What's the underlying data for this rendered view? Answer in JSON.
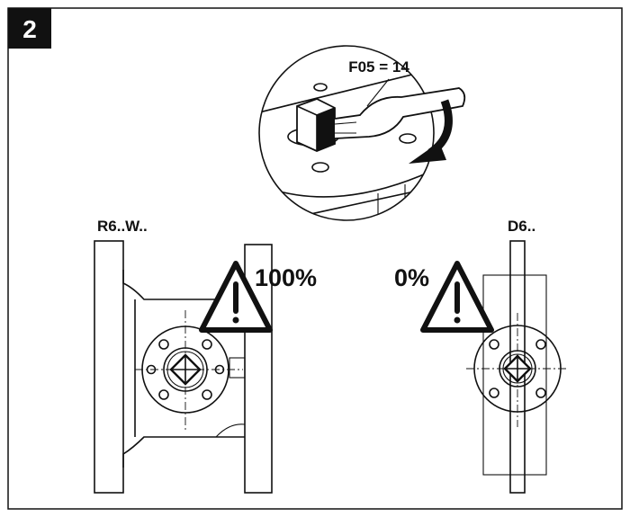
{
  "step": {
    "number": "2"
  },
  "detail": {
    "wrench_label": "F05 = 14"
  },
  "valves": [
    {
      "model": "R6..W..",
      "open_percent_label": "100%"
    },
    {
      "model": "D6..",
      "open_percent_label": "0%"
    }
  ],
  "icons": [
    "warning-triangle-icon",
    "wrench-icon",
    "rotation-arrow-icon"
  ]
}
